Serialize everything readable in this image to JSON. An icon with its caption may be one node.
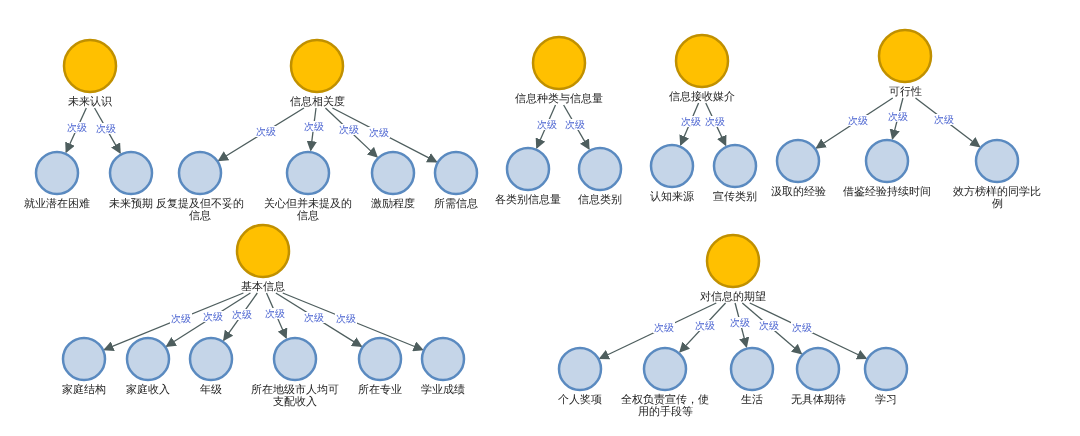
{
  "diagram": {
    "nodes": [
      {
        "text": [
          "未来认识"
        ]
      },
      {
        "text": [
          "就业潜在困难"
        ]
      },
      {
        "text": [
          "未来预期"
        ]
      },
      {
        "text": [
          "信息相关度"
        ]
      },
      {
        "text": [
          "反复提及但不妥的信息"
        ]
      },
      {
        "text": [
          "关心但并未提及的信息"
        ]
      },
      {
        "text": [
          "激励程度"
        ]
      },
      {
        "text": [
          "所需信息"
        ]
      },
      {
        "text": [
          "信息种类与信息量"
        ]
      },
      {
        "text": [
          "各类别信息量"
        ]
      },
      {
        "text": [
          "信息类别"
        ]
      },
      {
        "text": [
          "信息接收媒介"
        ]
      },
      {
        "text": [
          "认知来源"
        ]
      },
      {
        "text": [
          "宣传类别"
        ]
      },
      {
        "text": [
          "可行性"
        ]
      },
      {
        "text": [
          "汲取的经验"
        ]
      },
      {
        "text": [
          "借鉴经验持续时间"
        ]
      },
      {
        "text": [
          "效方榜样的同学比例"
        ]
      },
      {
        "text": [
          "基本信息"
        ]
      },
      {
        "text": [
          "家庭结构"
        ]
      },
      {
        "text": [
          "家庭收入"
        ]
      },
      {
        "text": [
          "年级"
        ]
      },
      {
        "text": [
          "所在地级市人均可支配收入"
        ]
      },
      {
        "text": [
          "所在专业"
        ]
      },
      {
        "text": [
          "学业成绩"
        ]
      },
      {
        "text": [
          "对信息的期望"
        ]
      },
      {
        "text": [
          "个人奖项"
        ]
      },
      {
        "text": [
          "全权负责宣传，使用的手段等"
        ]
      },
      {
        "text": [
          "生活"
        ]
      },
      {
        "text": [
          "无具体期待"
        ]
      },
      {
        "text": [
          "学习"
        ]
      }
    ],
    "edges": [
      {
        "from": 0,
        "to": 1,
        "arrow": "to",
        "label": "次级"
      },
      {
        "from": 0,
        "to": 2,
        "arrow": "to",
        "label": "次级"
      },
      {
        "from": 3,
        "to": 4,
        "arrow": "to",
        "label": "次级"
      },
      {
        "from": 3,
        "to": 5,
        "arrow": "to",
        "label": "次级"
      },
      {
        "from": 3,
        "to": 6,
        "arrow": "to",
        "label": "次级"
      },
      {
        "from": 3,
        "to": 7,
        "arrow": "to",
        "label": "次级"
      },
      {
        "from": 8,
        "to": 9,
        "arrow": "to",
        "label": "次级"
      },
      {
        "from": 8,
        "to": 10,
        "arrow": "to",
        "label": "次级"
      },
      {
        "from": 11,
        "to": 12,
        "arrow": "to",
        "label": "次级"
      },
      {
        "from": 11,
        "to": 13,
        "arrow": "to",
        "label": "次级"
      },
      {
        "from": 14,
        "to": 15,
        "arrow": "to",
        "label": "次级"
      },
      {
        "from": 14,
        "to": 16,
        "arrow": "to",
        "label": "次级"
      },
      {
        "from": 14,
        "to": 17,
        "arrow": "to",
        "label": "次级"
      },
      {
        "from": 18,
        "to": 19,
        "arrow": "to",
        "label": "次级"
      },
      {
        "from": 18,
        "to": 20,
        "arrow": "to",
        "label": "次级"
      },
      {
        "from": 18,
        "to": 21,
        "arrow": "to",
        "label": "次级"
      },
      {
        "from": 18,
        "to": 22,
        "arrow": "to",
        "label": "次级"
      },
      {
        "from": 18,
        "to": 23,
        "arrow": "to",
        "label": "次级"
      },
      {
        "from": 18,
        "to": 24,
        "arrow": "to",
        "label": "次级"
      },
      {
        "from": 25,
        "to": 26,
        "arrow": "to",
        "label": "次级"
      },
      {
        "from": 25,
        "to": 27,
        "arrow": "to",
        "label": "次级"
      },
      {
        "from": 25,
        "to": 28,
        "arrow": "to",
        "label": "次级"
      },
      {
        "from": 25,
        "to": 29,
        "arrow": "to",
        "label": "次级"
      },
      {
        "from": 25,
        "to": 30,
        "arrow": "to",
        "label": "次级"
      }
    ]
  }
}
